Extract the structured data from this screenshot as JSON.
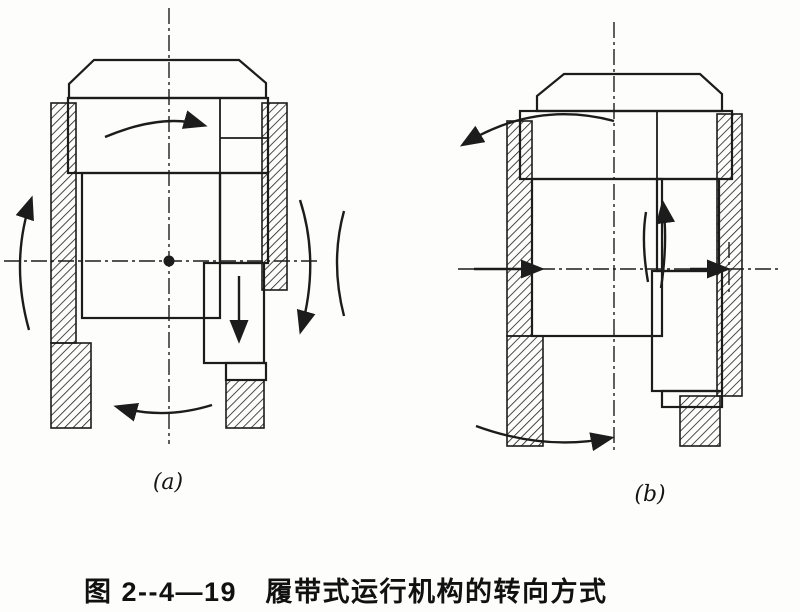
{
  "figure": {
    "panel_a_label": "(a)",
    "panel_b_label": "(b)",
    "caption": "图 2--4—19　履带式运行机构的转向方式"
  },
  "colors": {
    "ink": "#1c1c1c",
    "paper": "#fdfdfb"
  }
}
